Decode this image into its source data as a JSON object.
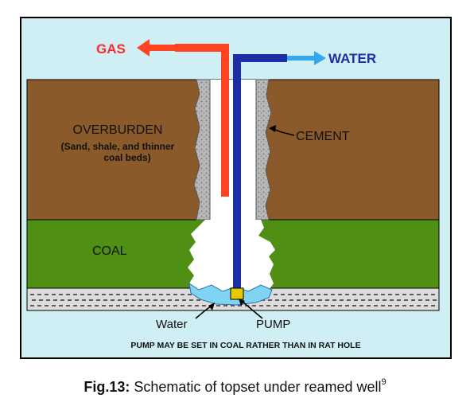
{
  "labels": {
    "gas": "GAS",
    "water_out": "WATER",
    "overburden": "OVERBURDEN",
    "overburden_sub_1": "(Sand, shale, and thinner",
    "overburden_sub_2": "coal beds)",
    "cement": "CEMENT",
    "coal": "COAL",
    "water": "Water",
    "pump": "PUMP",
    "note": "PUMP MAY BE SET IN COAL RATHER THAN IN RAT HOLE"
  },
  "caption": {
    "fig_no": "Fig.13:",
    "text": "Schematic of topset under reamed well",
    "ref": "9"
  },
  "colors": {
    "sky": "#cfeff5",
    "overburden": "#8b5a2b",
    "coal": "#4f8f14",
    "rathole": "#dcdcdc",
    "gas": "#ff4422",
    "water_pipe": "#1b2ea8",
    "water_arrow": "#33a8ee",
    "gas_text": "#ff2a2a",
    "water_text": "#1b2ea8",
    "pool": "#7fd4f2",
    "pump": "#e8c800",
    "cement": "#a8a8a8"
  }
}
